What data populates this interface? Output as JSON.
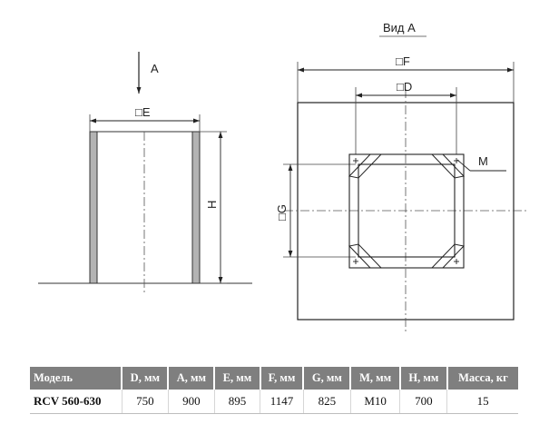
{
  "labels": {
    "view_a_title": "Вид А",
    "arrow_a": "A",
    "dim_e": "□E",
    "dim_h": "H",
    "dim_f": "□F",
    "dim_d": "□D",
    "dim_g": "□G",
    "bolt_m": "M"
  },
  "table": {
    "headers": [
      "Модель",
      "D, мм",
      "A, мм",
      "E, мм",
      "F, мм",
      "G, мм",
      "M, мм",
      "H, мм",
      "Масса, кг"
    ],
    "rows": [
      [
        "RCV 560-630",
        "750",
        "900",
        "895",
        "1147",
        "825",
        "M10",
        "700",
        "15"
      ]
    ]
  }
}
